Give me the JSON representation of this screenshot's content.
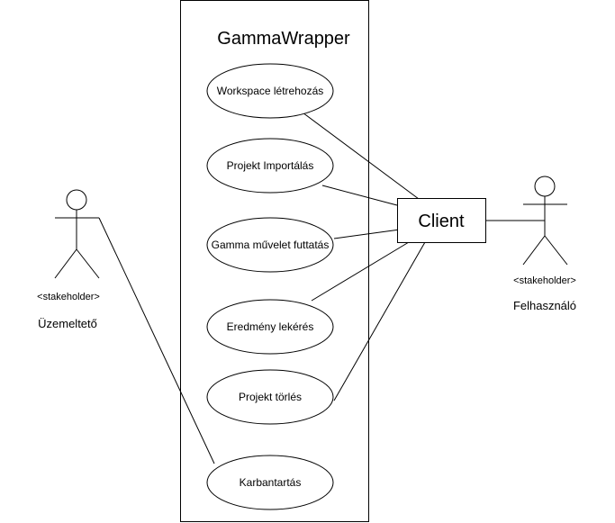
{
  "system": {
    "title": "GammaWrapper"
  },
  "use_cases": [
    {
      "id": "workspace",
      "label": "Workspace létrehozás"
    },
    {
      "id": "import",
      "label": "Projekt Importálás"
    },
    {
      "id": "run",
      "label": "Gamma művelet futtatás"
    },
    {
      "id": "result",
      "label": "Eredmény lekérés"
    },
    {
      "id": "delete",
      "label": "Projekt törlés"
    },
    {
      "id": "maintenance",
      "label": "Karbantartás"
    }
  ],
  "client": {
    "label": "Client"
  },
  "actors": {
    "left": {
      "stereotype": "<stakeholder>",
      "name": "Üzemeltető"
    },
    "right": {
      "stereotype": "<stakeholder>",
      "name": "Felhasználó"
    }
  },
  "colors": {
    "stroke": "#000000",
    "fill": "#ffffff"
  }
}
